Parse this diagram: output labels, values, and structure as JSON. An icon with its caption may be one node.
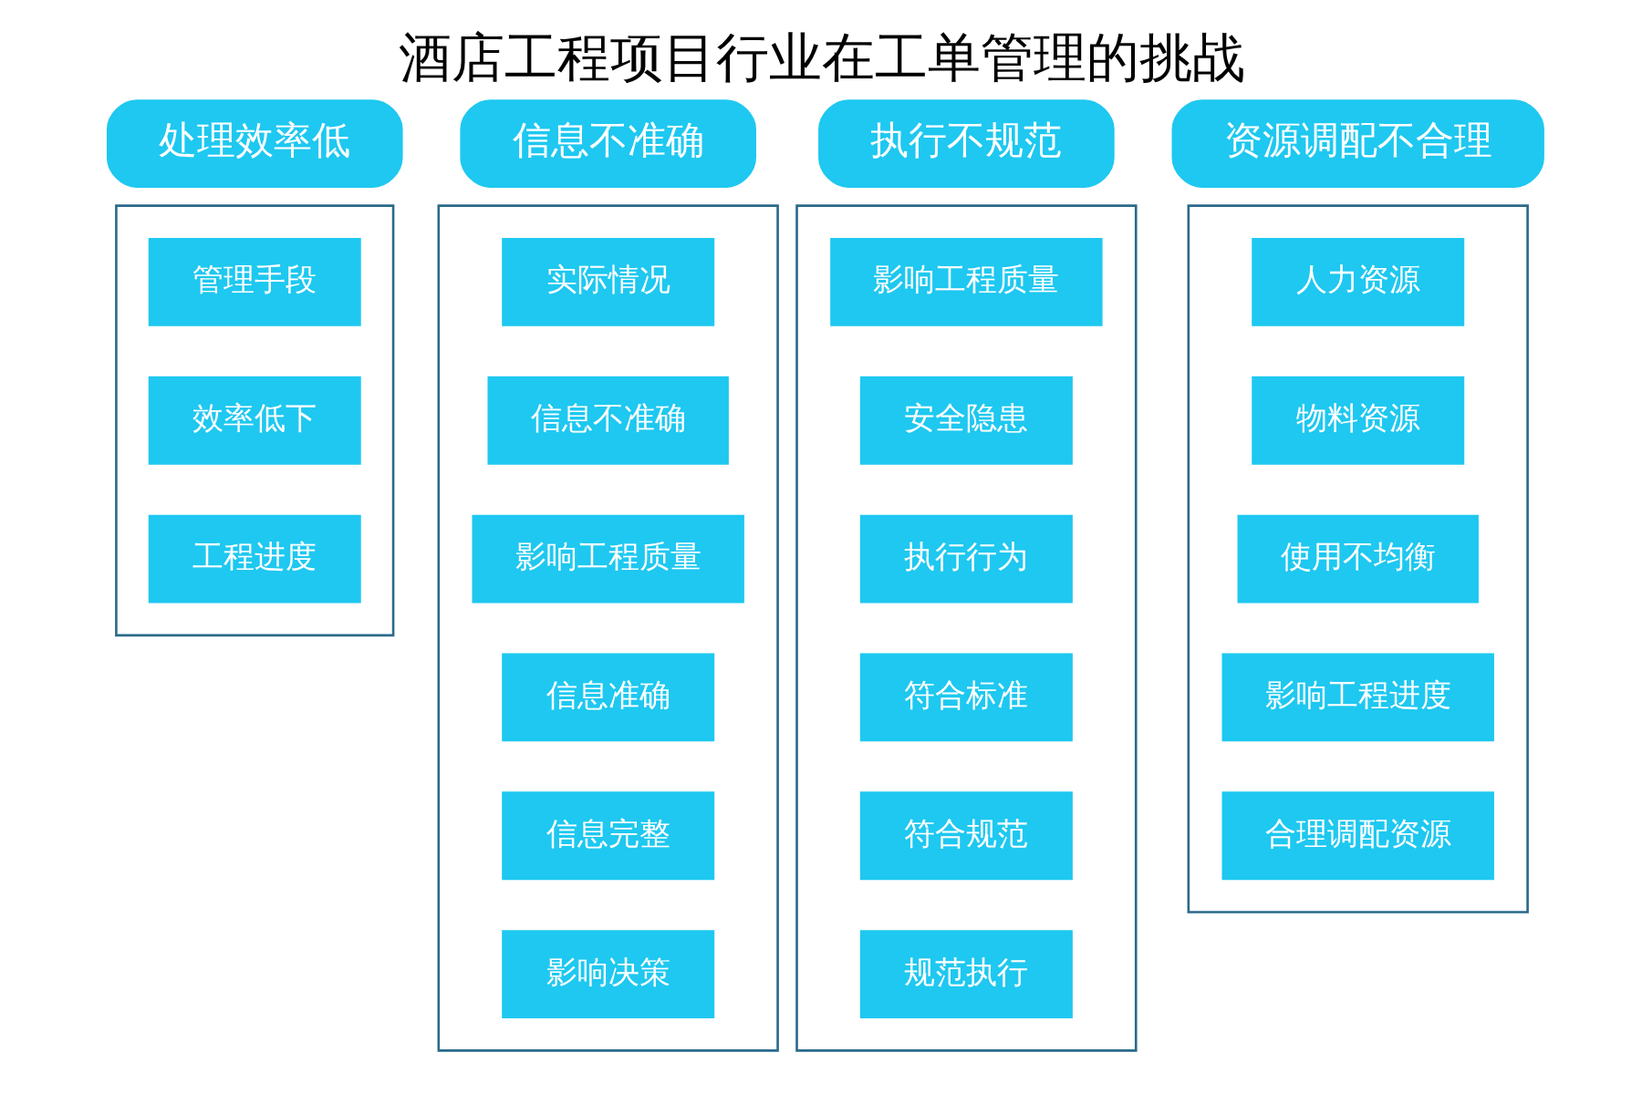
{
  "diagram": {
    "title": "酒店工程项目行业在工单管理的挑战",
    "nodes": [
      {
        "text": [
          "处理效率低"
        ]
      },
      {
        "text": [
          "信息不准确"
        ]
      },
      {
        "text": [
          "执行不规范"
        ]
      },
      {
        "text": [
          "资源调配不合理"
        ]
      },
      {
        "text": [],
        "shape": "box"
      },
      {
        "text": [
          "管理手段"
        ],
        "in": 4
      },
      {
        "text": [
          "效率低下"
        ],
        "in": 4
      },
      {
        "text": [
          "工程进度"
        ],
        "in": 4
      },
      {
        "text": [],
        "shape": "box"
      },
      {
        "text": [
          "实际情况"
        ],
        "in": 8
      },
      {
        "text": [
          "信息不准确"
        ],
        "in": 8
      },
      {
        "text": [
          "影响工程质量"
        ],
        "in": 8
      },
      {
        "text": [
          "信息准确"
        ],
        "in": 8
      },
      {
        "text": [
          "信息完整"
        ],
        "in": 8
      },
      {
        "text": [
          "影响决策"
        ],
        "in": 8
      },
      {
        "text": [],
        "shape": "box"
      },
      {
        "text": [
          "影响工程质量"
        ],
        "in": 15
      },
      {
        "text": [
          "安全隐患"
        ],
        "in": 15
      },
      {
        "text": [
          "执行行为"
        ],
        "in": 15
      },
      {
        "text": [
          "符合标准"
        ],
        "in": 15
      },
      {
        "text": [
          "符合规范"
        ],
        "in": 15
      },
      {
        "text": [
          "规范执行"
        ],
        "in": 15
      },
      {
        "text": [],
        "shape": "box"
      },
      {
        "text": [
          "人力资源"
        ],
        "in": 22
      },
      {
        "text": [
          "物料资源"
        ],
        "in": 22
      },
      {
        "text": [
          "使用不均衡"
        ],
        "in": 22
      },
      {
        "text": [
          "影响工程进度"
        ],
        "in": 22
      },
      {
        "text": [
          "合理调配资源"
        ],
        "in": 22
      }
    ],
    "edges": []
  }
}
